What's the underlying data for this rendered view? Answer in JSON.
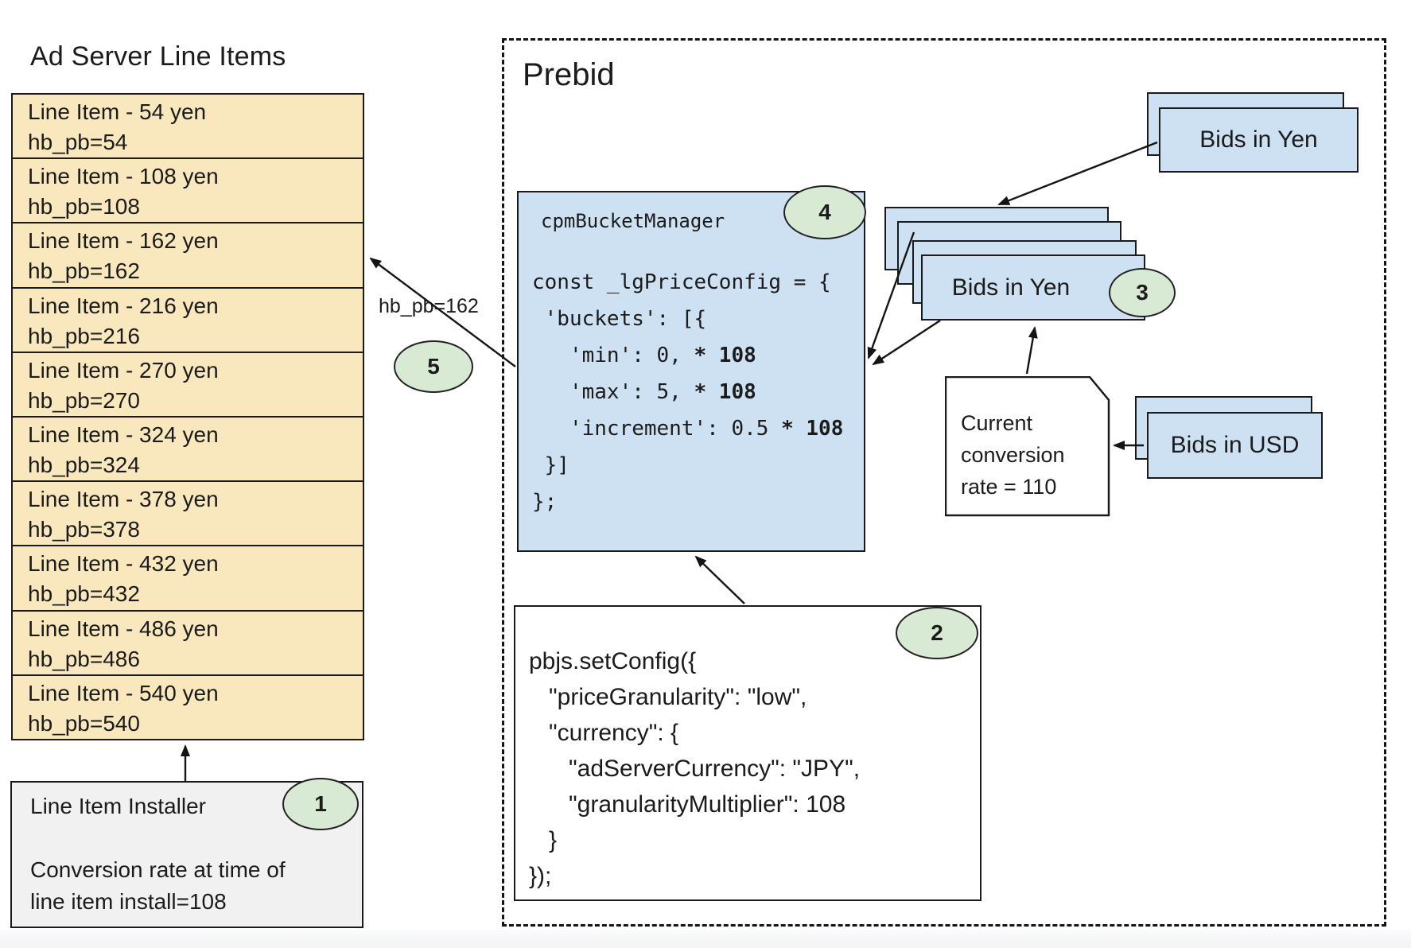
{
  "colors": {
    "yellow": "#F9E8BE",
    "blue": "#CEE1F2",
    "green": "#D8EAD3",
    "gray": "#F1F1F1",
    "line": "#1A1A1A"
  },
  "ad_server": {
    "title": "Ad Server Line Items",
    "line_items": [
      {
        "name": "Line Item - 54 yen",
        "key_value": "hb_pb=54"
      },
      {
        "name": "Line Item - 108 yen",
        "key_value": "hb_pb=108"
      },
      {
        "name": "Line Item - 162 yen",
        "key_value": "hb_pb=162"
      },
      {
        "name": "Line Item - 216 yen",
        "key_value": "hb_pb=216"
      },
      {
        "name": "Line Item - 270 yen",
        "key_value": "hb_pb=270"
      },
      {
        "name": "Line Item - 324 yen",
        "key_value": "hb_pb=324"
      },
      {
        "name": "Line Item - 378 yen",
        "key_value": "hb_pb=378"
      },
      {
        "name": "Line Item - 432 yen",
        "key_value": "hb_pb=432"
      },
      {
        "name": "Line Item - 486 yen",
        "key_value": "hb_pb=486"
      },
      {
        "name": "Line Item - 540 yen",
        "key_value": "hb_pb=540"
      }
    ],
    "installer": {
      "title": "Line Item Installer",
      "badge": "1",
      "note": [
        "Conversion rate at time of",
        "line item install=108"
      ]
    }
  },
  "prebid": {
    "title": "Prebid",
    "bucket_manager": {
      "label": "cpmBucketManager",
      "badge": "4",
      "code": [
        {
          "text": "const _lgPriceConfig = {",
          "bold": ""
        },
        {
          "text": " 'buckets': [{",
          "bold": ""
        },
        {
          "text": "   'min': 0, ",
          "bold": "* 108"
        },
        {
          "text": "   'max': 5, ",
          "bold": "* 108"
        },
        {
          "text": "   'increment': 0.5 ",
          "bold": "* 108"
        },
        {
          "text": " }]",
          "bold": ""
        },
        {
          "text": "};",
          "bold": ""
        }
      ]
    },
    "set_config": {
      "badge": "2",
      "code": [
        "pbjs.setConfig({",
        "   \"priceGranularity\": \"low\",",
        "   \"currency\": {",
        "      \"adServerCurrency\": \"JPY\",",
        "      \"granularityMultiplier\": 108",
        "   }",
        "});"
      ]
    },
    "bids_in_yen_top": {
      "label": "Bids in Yen"
    },
    "bids_in_yen_stack": {
      "label": "Bids in Yen",
      "badge": "3"
    },
    "bids_in_usd": {
      "label": "Bids in USD"
    },
    "conversion_note": {
      "lines": [
        "Current",
        "conversion",
        "rate = 110"
      ]
    },
    "flow_label": "hb_pb=162",
    "flow_badge": "5"
  }
}
